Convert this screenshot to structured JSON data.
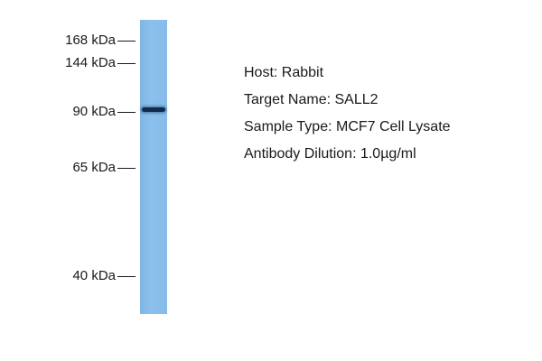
{
  "markers": [
    {
      "label": "168 kDa"
    },
    {
      "label": "144 kDa"
    },
    {
      "label": "90 kDa"
    },
    {
      "label": "65 kDa"
    },
    {
      "label": "40 kDa"
    }
  ],
  "info": {
    "host": "Host: Rabbit",
    "target": "Target Name: SALL2",
    "sample": "Sample Type: MCF7 Cell Lysate",
    "dilution": "Antibody Dilution: 1.0µg/ml"
  },
  "colors": {
    "lane": "#86bbe9",
    "band": "#0f2c4f"
  }
}
